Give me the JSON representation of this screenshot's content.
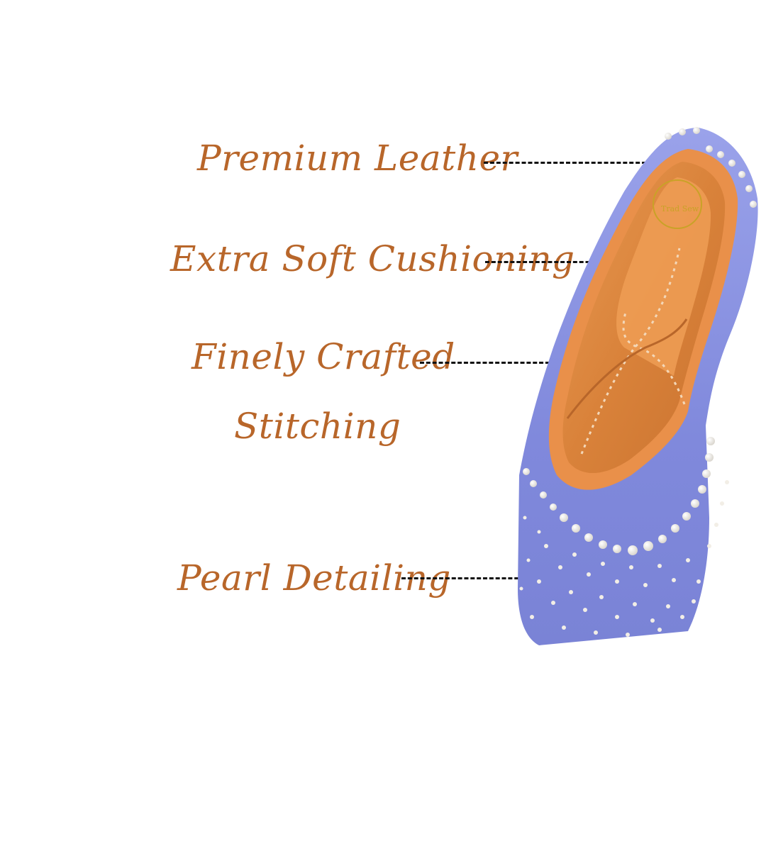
{
  "features": [
    {
      "id": "leather",
      "text": "Premium Leather"
    },
    {
      "id": "cushioning",
      "text": "Extra Soft Cushioning"
    },
    {
      "id": "stitching_line1",
      "text": "Finely Crafted"
    },
    {
      "id": "stitching_line2",
      "text": "Stitching"
    },
    {
      "id": "pearl",
      "text": "Pearl Detailing"
    }
  ],
  "product": {
    "brand_logo_text": "Trad Sew",
    "colors": {
      "label": "#b8662a",
      "leader": "#111111",
      "upper_fabric": "#8a93e0",
      "leather_lining": "#e08a3e",
      "pearl": "#f7f4ee"
    }
  }
}
